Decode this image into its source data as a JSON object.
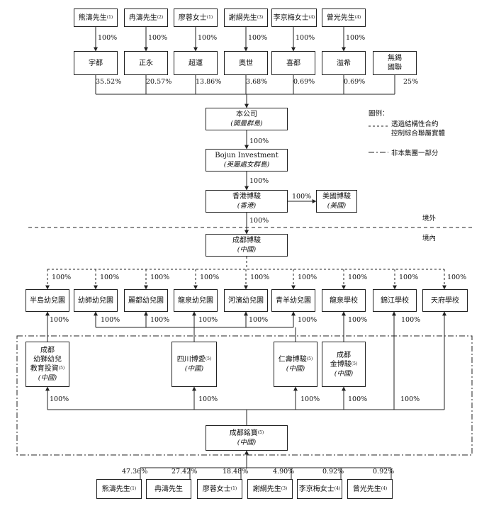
{
  "shareholders_top": [
    {
      "name": "熊濤先生",
      "note": "(1)"
    },
    {
      "name": "冉濤先生",
      "note": "(2)"
    },
    {
      "name": "廖蓉女士",
      "note": "(1)"
    },
    {
      "name": "謝綱先生",
      "note": "(3)"
    },
    {
      "name": "李京梅女士",
      "note": "(4)"
    },
    {
      "name": "曾光先生",
      "note": "(4)"
    }
  ],
  "top_pct": [
    "100%",
    "100%",
    "100%",
    "100%",
    "100%",
    "100%"
  ],
  "holdcos": [
    "宇都",
    "正永",
    "超運",
    "奧世",
    "喜都",
    "溢希",
    "無錫\n國聯"
  ],
  "holdco_pct": [
    "35.52%",
    "20.57%",
    "13.86%",
    "3.68%",
    "0.69%",
    "0.69%",
    "25%"
  ],
  "company": {
    "name": "本公司",
    "sub": "(開曼群島)"
  },
  "bojun_investment": {
    "name": "Bojun Investment",
    "sub": "(英屬處女群島)"
  },
  "hk_bojun": {
    "name": "香港博駿",
    "sub": "(香港)"
  },
  "us_bojun": {
    "name": "美國博駿",
    "sub": "(美國)"
  },
  "chain_pct": [
    "100%",
    "100%",
    "100%",
    "100%"
  ],
  "offshore_label": "境外",
  "onshore_label": "境內",
  "legend": {
    "title": "圖例：",
    "vie_line1": "透過結構性合約",
    "vie_line2": "控制綜合聯屬實體",
    "non_group": "非本集團一部分"
  },
  "chengdu_bojun": {
    "name": "成都博駿",
    "sub": "(中國)"
  },
  "schools": [
    "半島幼兒園",
    "幼師幼兒園",
    "麗都幼兒園",
    "龍泉幼兒園",
    "河濱幼兒園",
    "青羊幼兒園",
    "龍泉學校",
    "錦江學校",
    "天府學校"
  ],
  "school_pct": [
    "100%",
    "100%",
    "100%",
    "100%",
    "100%",
    "100%",
    "100%",
    "100%",
    "100%"
  ],
  "school_bottom_pct": [
    "100%",
    "100%",
    "100%",
    "100%",
    "100%",
    "100%",
    "100%",
    "100%"
  ],
  "vies": [
    {
      "l1": "成都",
      "l2": "幼獅幼兒",
      "l3": "教育投資",
      "note": "(5)",
      "sub": "(中國)"
    },
    {
      "l1": "四川博愛",
      "note": "(5)",
      "sub": "(中國)"
    },
    {
      "l1": "仁壽博駿",
      "note": "(5)",
      "sub": "(中國)"
    },
    {
      "l1": "成都",
      "l2": "金博駿",
      "note": "(5)",
      "sub": "(中國)"
    }
  ],
  "vie_pct": [
    "100%",
    "100%",
    "100%",
    "100%",
    "100%"
  ],
  "mingbao": {
    "name": "成都銘寶",
    "note": "(5)",
    "sub": "(中國)"
  },
  "bottom_pct": [
    "47.36%",
    "27.42%",
    "18.48%",
    "4.90%",
    "0.92%",
    "0.92%"
  ],
  "shareholders_bottom": [
    {
      "name": "熊濤先生",
      "note": "(1)"
    },
    {
      "name": "冉濤先生",
      "note": ""
    },
    {
      "name": "廖蓉女士",
      "note": "(1)"
    },
    {
      "name": "謝綱先生",
      "note": "(3)"
    },
    {
      "name": "李京梅女士",
      "note": "(4)"
    },
    {
      "name": "曾光先生",
      "note": "(4)"
    }
  ]
}
